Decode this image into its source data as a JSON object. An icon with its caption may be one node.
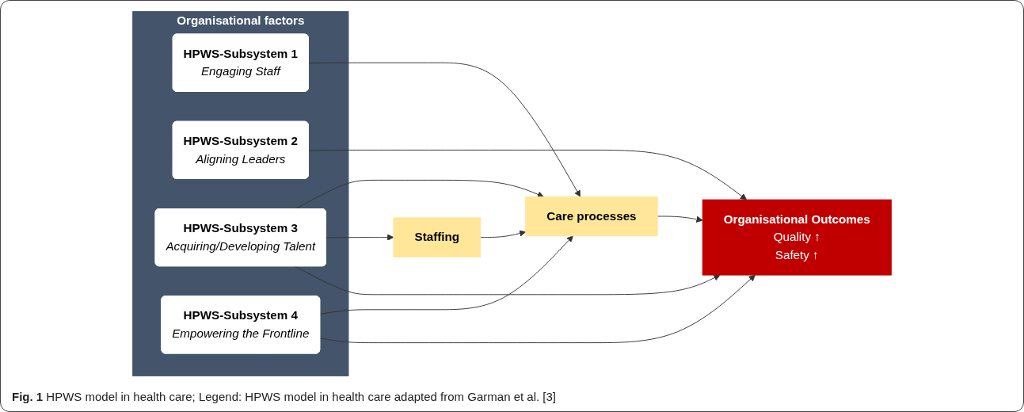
{
  "diagram": {
    "caption": "**Fig. 1** HPWS model in health care; Legend: HPWS model in health care adapted from Garman et al. [3]",
    "nodes": [
      {
        "text": [
          "Organisational factors"
        ]
      },
      {
        "text": [
          "HPWS-Subsystem 1",
          "Engaging Staff"
        ],
        "in": 0
      },
      {
        "text": [
          "HPWS-Subsystem 2",
          "Aligning Leaders"
        ],
        "in": 0
      },
      {
        "text": [
          "Staffing"
        ]
      },
      {
        "text": [
          "Care processes"
        ]
      },
      {
        "text": [
          "HPWS-Subsystem 3",
          "Acquiring/Developing Talent"
        ],
        "in": 0
      },
      {
        "text": [
          "HPWS-Subsystem 4",
          "Empowering the Frontline"
        ],
        "in": 0
      },
      {
        "text": [
          "Organisational Outcomes",
          "Quality ↑",
          "Safety ↑"
        ]
      }
    ],
    "edges": [
      {
        "from": 1,
        "to": 4,
        "arrow": "to"
      },
      {
        "from": 3,
        "to": 4,
        "arrow": "to"
      },
      {
        "from": 5,
        "to": 4,
        "arrow": "to"
      },
      {
        "from": 5,
        "to": 3,
        "arrow": "to"
      },
      {
        "from": 6,
        "to": 4,
        "arrow": "to"
      },
      {
        "from": 4,
        "to": 7,
        "arrow": "to"
      },
      {
        "from": 2,
        "to": 7,
        "arrow": "to"
      },
      {
        "from": 6,
        "to": 7,
        "arrow": "to"
      },
      {
        "from": 5,
        "to": 7,
        "arrow": "to"
      }
    ]
  }
}
